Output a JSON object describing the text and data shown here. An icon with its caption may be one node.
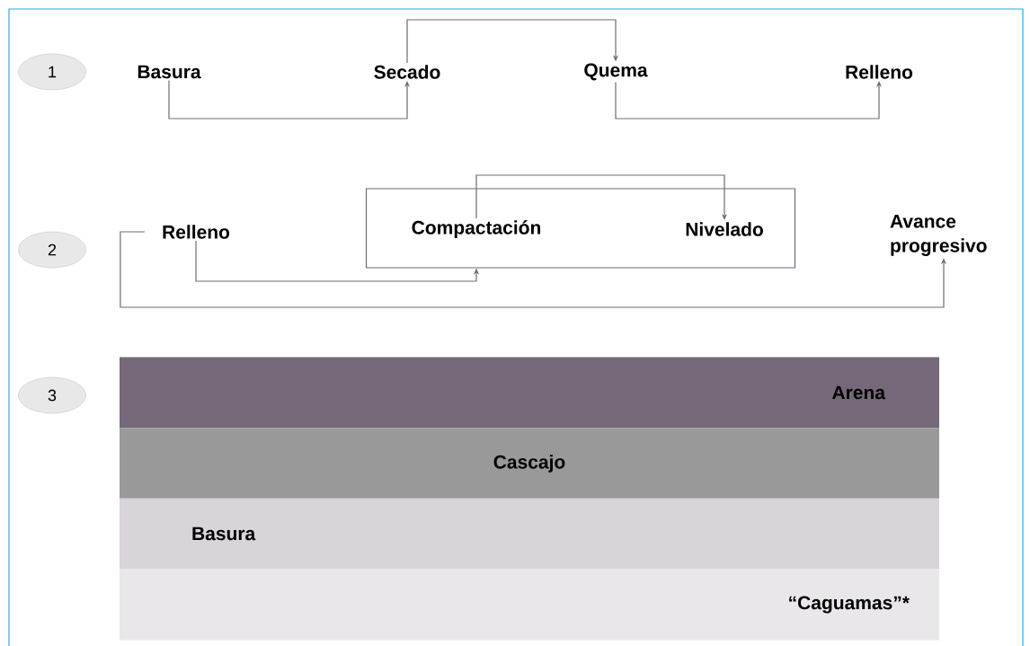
{
  "diagram": {
    "nodes": [
      {
        "text": [
          "1"
        ]
      },
      {
        "text": [
          "Basura"
        ]
      },
      {
        "text": [
          "Secado"
        ]
      },
      {
        "text": [
          "Quema"
        ]
      },
      {
        "text": [
          "Relleno"
        ]
      },
      {
        "text": [
          "2"
        ]
      },
      {
        "text": [
          "Relleno"
        ]
      },
      {
        "text": [],
        "shape": "box"
      },
      {
        "text": [
          "Compactación"
        ],
        "in": 7
      },
      {
        "text": [
          "Nivelado"
        ],
        "in": 7
      },
      {
        "text": [
          "Avance progresivo"
        ]
      },
      {
        "text": [
          "3"
        ]
      },
      {
        "text": [
          "Arena"
        ]
      },
      {
        "text": [
          "Cascajo"
        ]
      },
      {
        "text": [
          "Basura"
        ]
      },
      {
        "text": [
          "“Caguamas”*"
        ]
      }
    ],
    "edges": [
      {
        "from": 1,
        "to": 2,
        "arrow": "to"
      },
      {
        "from": 2,
        "to": 3,
        "arrow": "to"
      },
      {
        "from": 3,
        "to": 4,
        "arrow": "to"
      },
      {
        "from": 6,
        "to": 7,
        "arrow": "to"
      },
      {
        "from": 8,
        "to": 9,
        "arrow": "to"
      },
      {
        "from": 6,
        "to": 10,
        "arrow": "to"
      }
    ]
  }
}
